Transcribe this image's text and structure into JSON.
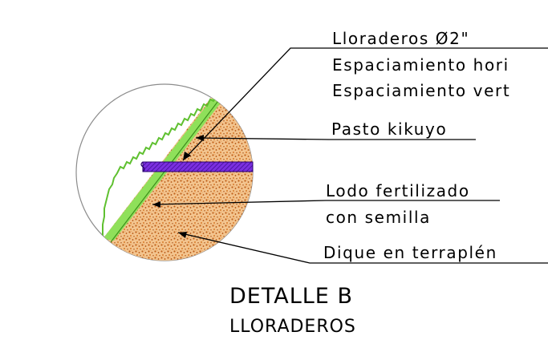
{
  "detail": {
    "title": "DETALLE B",
    "subtitle": "LLORADEROS"
  },
  "labels": {
    "weep_hole": {
      "line1": "Lloraderos Ø2\"",
      "line2": "Espaciamiento hori",
      "line3": "Espaciamiento vert"
    },
    "grass": "Pasto kikuyo",
    "mud": {
      "line1": "Lodo fertilizado",
      "line2": "con semilla"
    },
    "dike": "Dique en terraplén"
  },
  "colors": {
    "fill_orange": "#e8a060",
    "fill_speckle": "#b05010",
    "grass_green": "#7ddc4a",
    "pipe_purple": "#8a2be2",
    "pipe_dark": "#4b0082",
    "circle_stroke": "#8a8a8a",
    "line": "#000000"
  }
}
